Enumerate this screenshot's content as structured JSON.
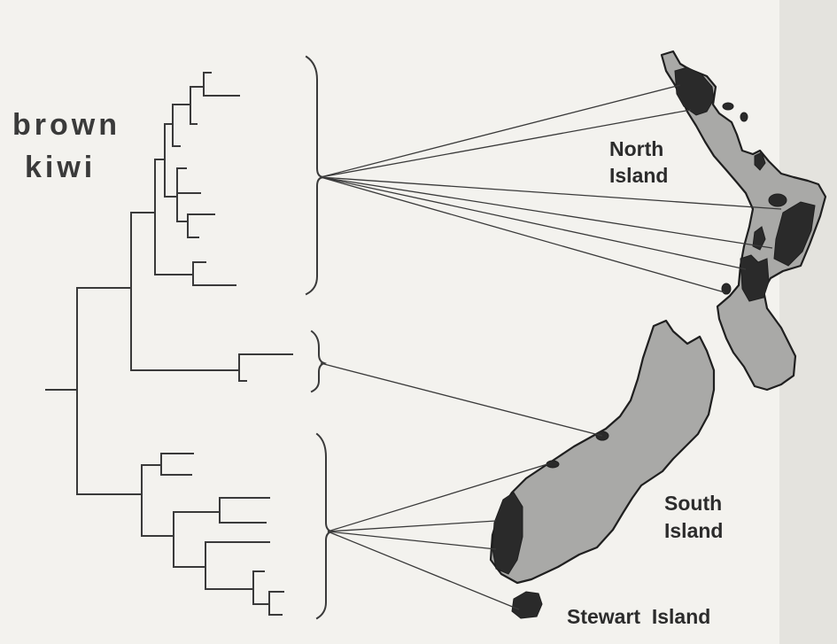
{
  "labels": {
    "group_line1": "brown",
    "group_line2": "kiwi",
    "north_line1": "North",
    "north_line2": "Island",
    "south_line1": "South",
    "south_line2": "Island",
    "stewart": "Stewart  Island"
  },
  "colors": {
    "background": "#f3f2ee",
    "land": "#a9a9a7",
    "populations": "#2a2a2a",
    "ink": "#3a3a3a"
  }
}
